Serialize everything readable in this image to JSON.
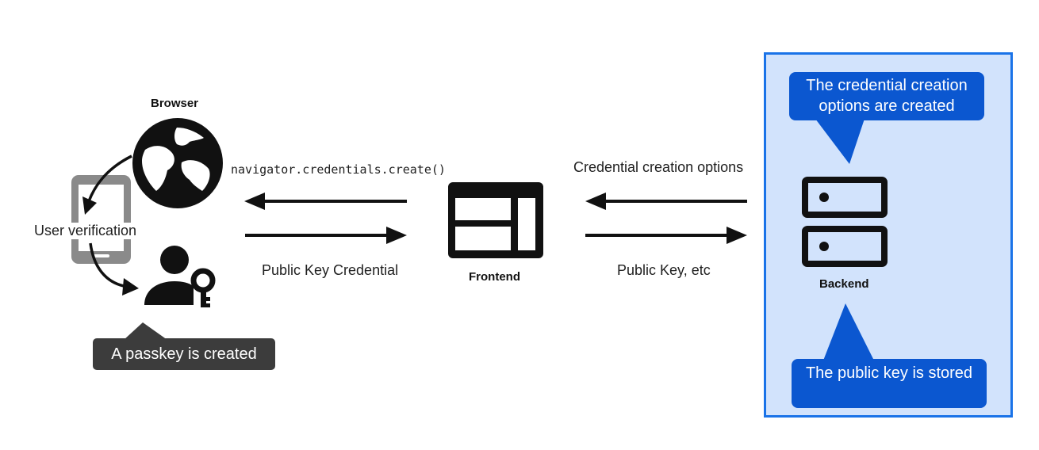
{
  "browser": {
    "label": "Browser"
  },
  "device": {
    "user_verification_label": "User verification"
  },
  "passkey_callout": {
    "text": "A passkey is created"
  },
  "frontend": {
    "label": "Frontend"
  },
  "backend": {
    "label": "Backend",
    "top_callout": "The credential creation options are created",
    "bottom_callout": "The public key is stored"
  },
  "arrows": {
    "create_call": "navigator.credentials.create()",
    "public_key_credential": "Public Key Credential",
    "creation_options": "Credential creation options",
    "public_key_etc": "Public Key, etc"
  },
  "colors": {
    "accent": "#1a73e8",
    "panel_fill": "#d2e3fc",
    "callout_blue": "#0b57d0",
    "callout_dark": "#3c3c3c"
  },
  "icons": {
    "browser": "globe-icon",
    "device": "phone-icon",
    "passkey": "user-key-icon",
    "frontend": "web-layout-icon",
    "backend": "server-icon"
  }
}
